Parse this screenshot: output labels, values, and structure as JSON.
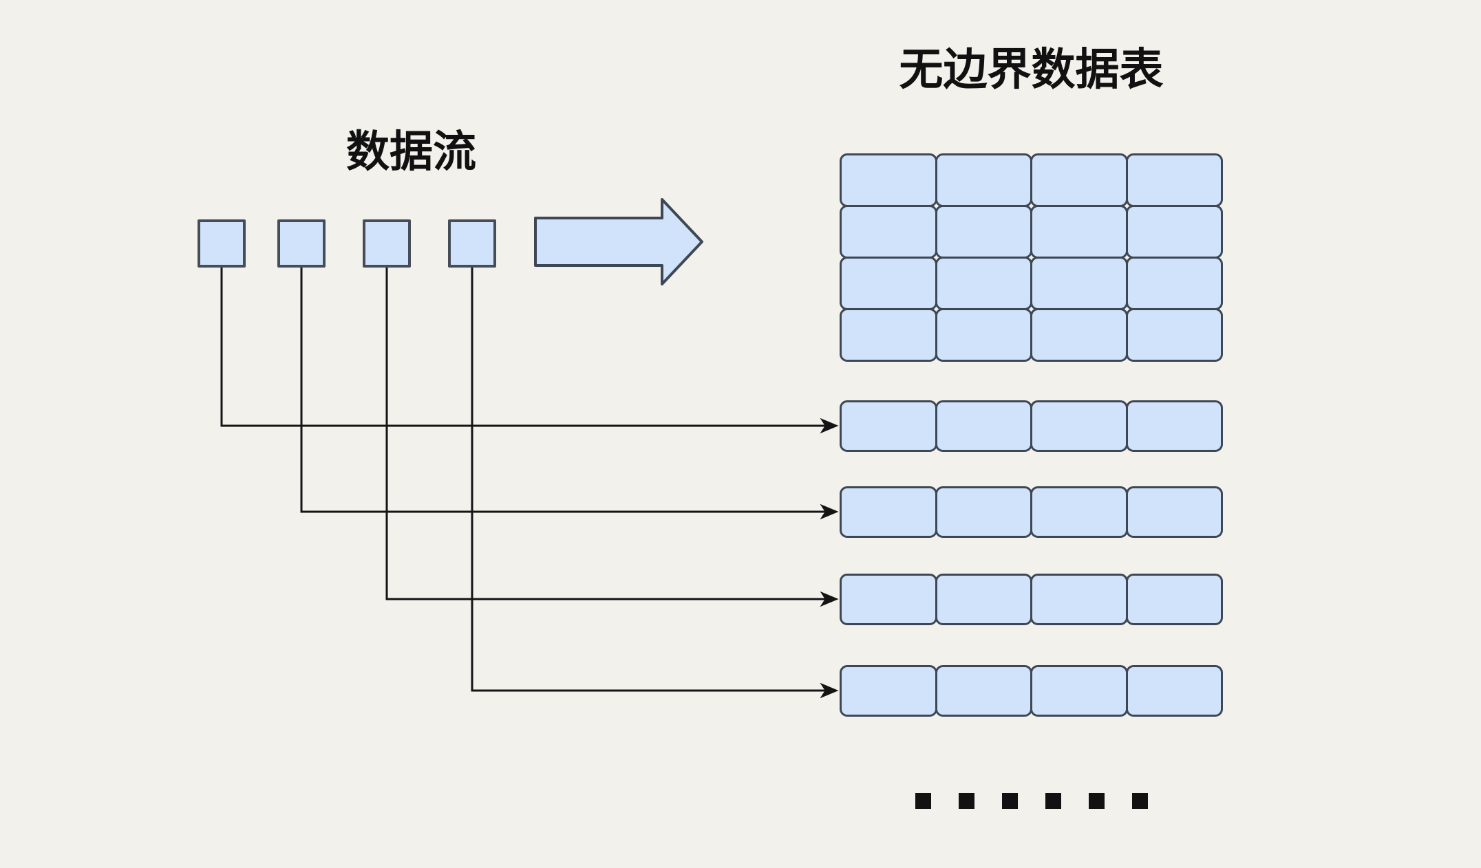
{
  "title": "无边界数据表",
  "stream": {
    "label": "数据流",
    "item_count": 4
  },
  "table": {
    "grid_rows": 4,
    "grid_cols": 4,
    "detached_row_count": 4,
    "detached_row_cols": 4,
    "ellipsis_dots": 6
  },
  "icons": {
    "flow_arrow": "right-arrow-icon",
    "connector_end": "arrowhead-icon"
  },
  "colors": {
    "background": "#f2f1ec",
    "cell_fill": "#d0e3fa",
    "cell_stroke": "#3e4754",
    "connector": "#141414",
    "text": "#111111"
  }
}
